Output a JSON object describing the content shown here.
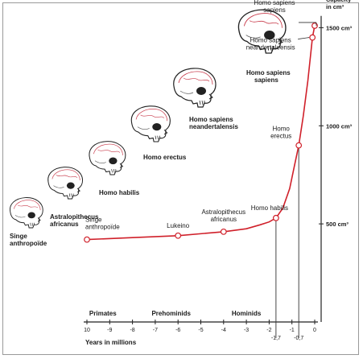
{
  "chart_data": {
    "type": "line",
    "xlabel": "Years in millions",
    "ylabel_lines": [
      "Capacity",
      "in cm³"
    ],
    "x_ticks": [
      {
        "value": -10,
        "label": "10"
      },
      {
        "value": -9,
        "label": "-9"
      },
      {
        "value": -8,
        "label": "-8"
      },
      {
        "value": -7,
        "label": "-7"
      },
      {
        "value": -6,
        "label": "-6"
      },
      {
        "value": -5,
        "label": "-5"
      },
      {
        "value": -4,
        "label": "-4"
      },
      {
        "value": -3,
        "label": "-3"
      },
      {
        "value": -2,
        "label": "-2"
      },
      {
        "value": -1,
        "label": "-1"
      },
      {
        "value": 0,
        "label": "0"
      }
    ],
    "x_marks": [
      {
        "value": -1.7,
        "label": "-1,7"
      },
      {
        "value": -0.7,
        "label": "-0,7"
      }
    ],
    "y_ticks": [
      {
        "value": 500,
        "label": "500 cm³"
      },
      {
        "value": 1000,
        "label": "1000 cm³"
      },
      {
        "value": 1500,
        "label": "1500 cm³"
      }
    ],
    "xlim": [
      -10,
      0
    ],
    "ylim": [
      0,
      1600
    ],
    "eras": [
      {
        "x": -9.3,
        "label": "Primates"
      },
      {
        "x": -6.3,
        "label": "Prehominids"
      },
      {
        "x": -3.0,
        "label": "Hominids"
      }
    ],
    "points": [
      {
        "x": -10,
        "y": 420,
        "label_lines": [
          "Singe",
          "anthropoïde"
        ]
      },
      {
        "x": -6,
        "y": 440,
        "label_lines": [
          "Lukeino"
        ]
      },
      {
        "x": -4,
        "y": 460,
        "label_lines": [
          "Astralopithecus",
          "africanus"
        ]
      },
      {
        "x": -1.7,
        "y": 530,
        "label_lines": [
          "Homo habilis"
        ]
      },
      {
        "x": -0.7,
        "y": 900,
        "label_lines": [
          "Homo",
          "erectus"
        ]
      },
      {
        "x": -0.1,
        "y": 1450,
        "label_lines": [
          "Homo sapiens",
          "neandertaleensis"
        ]
      },
      {
        "x": 0,
        "y": 1510,
        "label_lines": [
          "Homo sapiens",
          "sapiens"
        ]
      }
    ],
    "curve": [
      [
        -10,
        420
      ],
      [
        -8,
        430
      ],
      [
        -6,
        440
      ],
      [
        -4,
        460
      ],
      [
        -3,
        475
      ],
      [
        -2.4,
        495
      ],
      [
        -2,
        510
      ],
      [
        -1.7,
        530
      ],
      [
        -1.4,
        580
      ],
      [
        -1.1,
        680
      ],
      [
        -0.9,
        790
      ],
      [
        -0.7,
        900
      ],
      [
        -0.5,
        1050
      ],
      [
        -0.3,
        1230
      ],
      [
        -0.1,
        1450
      ],
      [
        0,
        1510
      ]
    ],
    "line_color": "#d0202a"
  },
  "skulls": [
    {
      "id": "singe",
      "label_lines": [
        "Singe",
        "anthropoïde"
      ]
    },
    {
      "id": "australo",
      "label_lines": [
        "Astralopithecus",
        "africanus"
      ]
    },
    {
      "id": "habilis",
      "label_lines": [
        "Homo habilis"
      ]
    },
    {
      "id": "erectus",
      "label_lines": [
        "Homo erectus"
      ]
    },
    {
      "id": "neander",
      "label_lines": [
        "Homo sapiens",
        "neandertalensis"
      ]
    },
    {
      "id": "sapiens",
      "label_lines": [
        "Homo sapiens",
        "sapiens"
      ]
    }
  ]
}
